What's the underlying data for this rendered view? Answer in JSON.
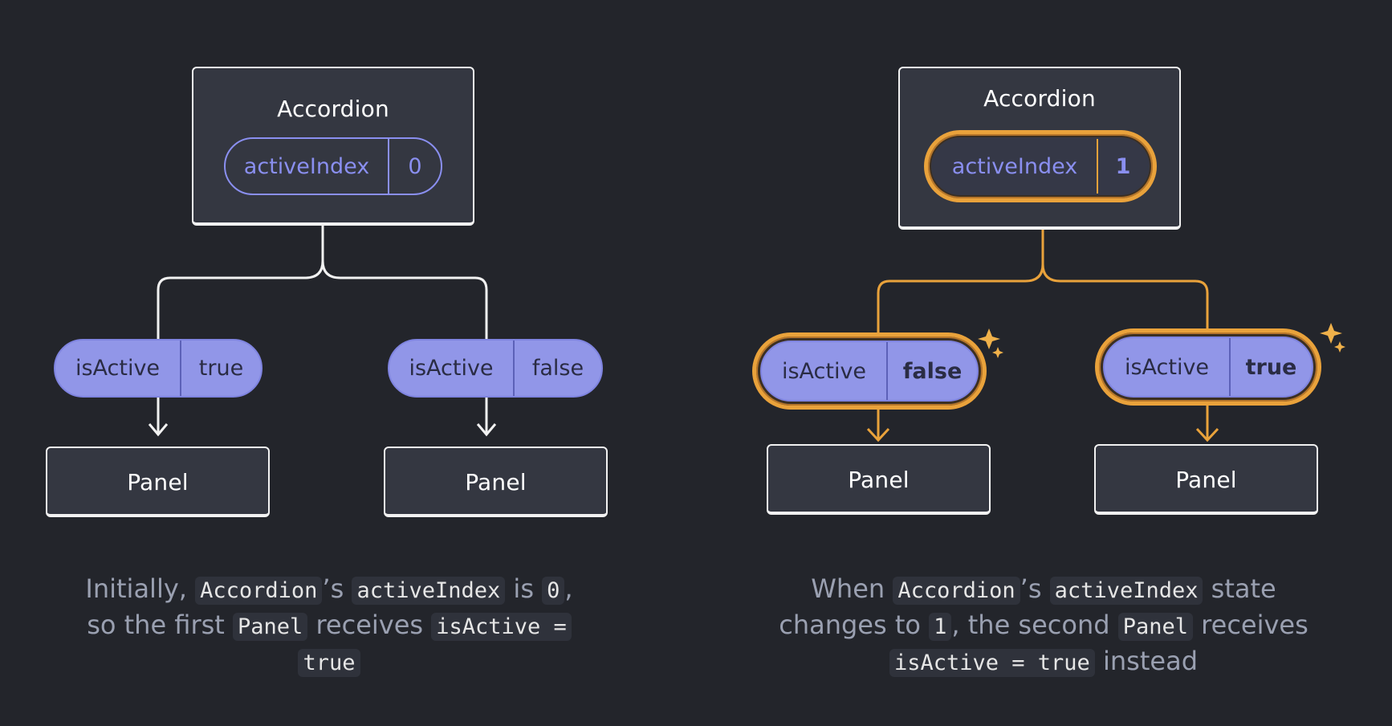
{
  "left": {
    "root_title": "Accordion",
    "state": {
      "key": "activeIndex",
      "value": "0"
    },
    "children": [
      {
        "prop_key": "isActive",
        "prop_val": "true",
        "label": "Panel"
      },
      {
        "prop_key": "isActive",
        "prop_val": "false",
        "label": "Panel"
      }
    ],
    "caption": {
      "p1": "Initially,",
      "c1": "Accordion",
      "p2": "’s",
      "c2": "activeIndex",
      "p3": "is",
      "c3": "0",
      "p4": ",",
      "p5": "so the first",
      "c4": "Panel",
      "p6": "receives",
      "c5": "isActive =",
      "c6": "true"
    }
  },
  "right": {
    "root_title": "Accordion",
    "state": {
      "key": "activeIndex",
      "value": "1"
    },
    "children": [
      {
        "prop_key": "isActive",
        "prop_val": "false",
        "label": "Panel"
      },
      {
        "prop_key": "isActive",
        "prop_val": "true",
        "label": "Panel"
      }
    ],
    "caption": {
      "p1": "When",
      "c1": "Accordion",
      "p2": "’s",
      "c2": "activeIndex",
      "p3": "state",
      "p4": "changes to",
      "c3": "1",
      "p5": ", the second",
      "c4": "Panel",
      "p6": "receives",
      "c5": "isActive = true",
      "p7": "instead"
    }
  },
  "colors": {
    "background": "#23252b",
    "box": "#343741",
    "pill": "#9196e8",
    "highlight": "#e9a23b"
  }
}
